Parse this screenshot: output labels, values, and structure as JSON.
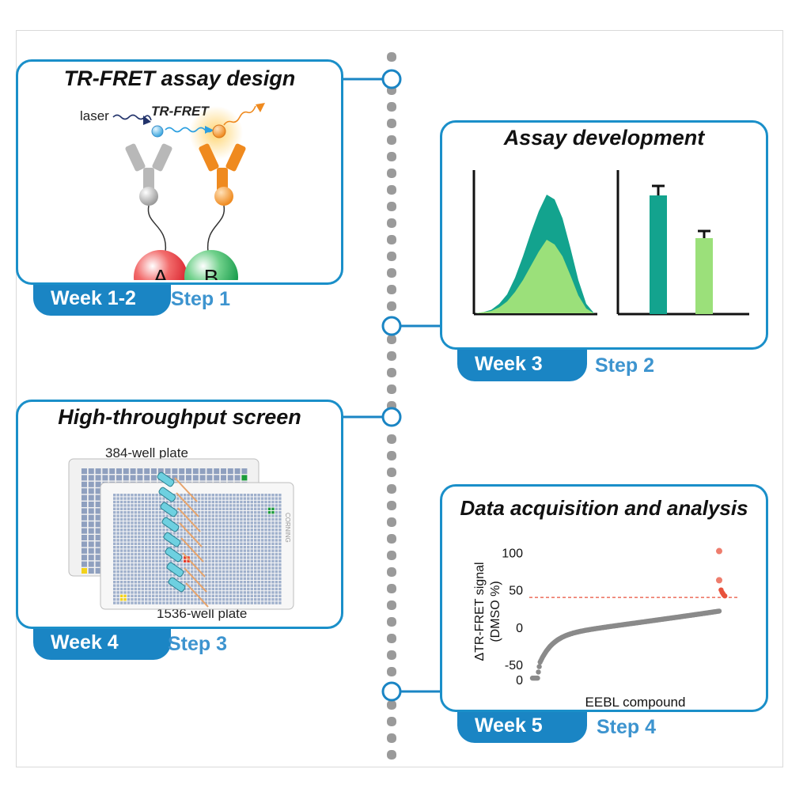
{
  "steps": [
    {
      "title": "TR-FRET assay design",
      "week": "Week 1-2",
      "step": "Step 1"
    },
    {
      "title": "Assay development",
      "week": "Week 3",
      "step": "Step 2"
    },
    {
      "title": "High-throughput screen",
      "week": "Week 4",
      "step": "Step 3"
    },
    {
      "title": "Data acquisition and analysis",
      "week": "Week 5",
      "step": "Step 4"
    }
  ],
  "assay": {
    "laser": "laser",
    "trfret": "TR-FRET",
    "a": "A",
    "b": "B"
  },
  "screen": {
    "plate_384": "384-well plate",
    "plate_1536": "1536-well plate",
    "plate_brand": "CORNING"
  },
  "colors": {
    "accent": "#1a85c4",
    "teal": "#13a38e",
    "lightgreen": "#9be07a",
    "hit": "#e8523c"
  },
  "chart_data": [
    {
      "type": "area",
      "series": [
        {
          "values": [
            0,
            1,
            3,
            8,
            16,
            30,
            48,
            68,
            86,
            100,
            96,
            80,
            55,
            28,
            8,
            0
          ]
        },
        {
          "values": [
            0,
            1,
            2,
            5,
            10,
            18,
            28,
            40,
            52,
            62,
            58,
            48,
            32,
            15,
            4,
            0
          ]
        }
      ]
    },
    {
      "type": "bar",
      "series": [
        {
          "values": [
            100,
            64
          ],
          "errors": [
            8,
            6
          ]
        }
      ]
    },
    {
      "type": "scatter",
      "ylabel": "ΔTR-FRET signal (DMSO %)",
      "xlabel": "EEBL compound",
      "yticks": [
        "100",
        "50",
        "0",
        "-50",
        "0"
      ],
      "ylim": [
        -70,
        110
      ],
      "threshold": 40,
      "hits": [
        102,
        63,
        50,
        47,
        45,
        43,
        42
      ]
    }
  ]
}
